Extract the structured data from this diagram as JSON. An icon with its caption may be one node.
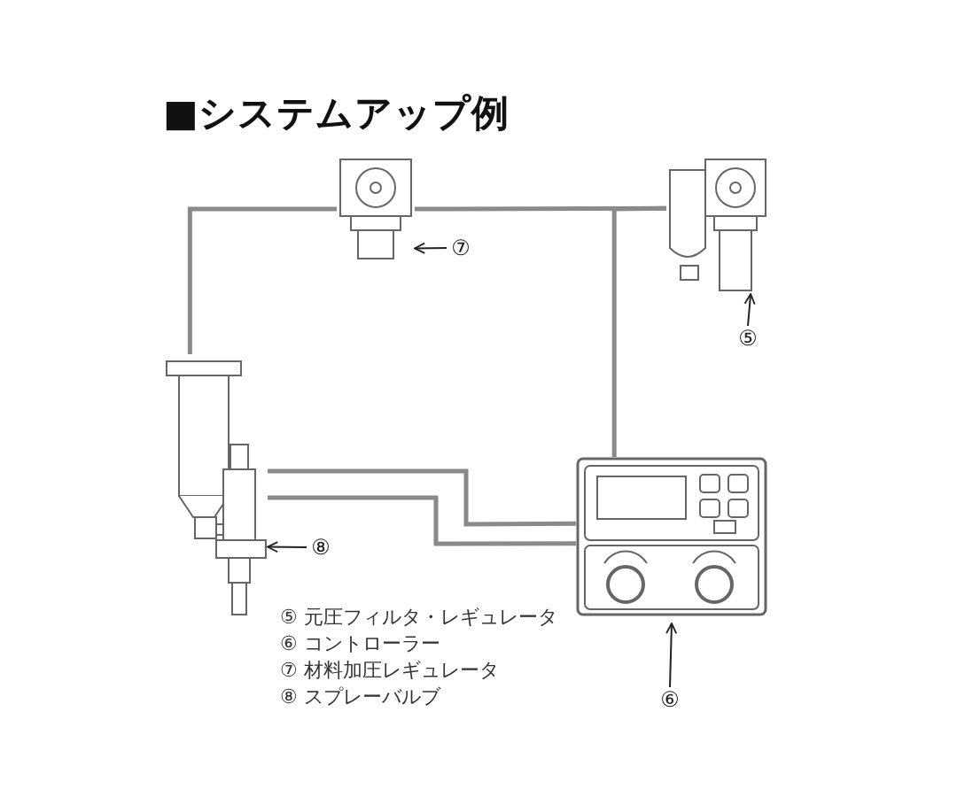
{
  "diagram": {
    "title": "■システムアップ例",
    "nodes": [
      {
        "text": [],
        "shape": "picture"
      },
      {
        "text": [],
        "shape": "picture"
      },
      {
        "text": [],
        "shape": "picture"
      },
      {
        "text": [],
        "shape": "picture"
      },
      {
        "text": [],
        "shape": "picture"
      },
      {
        "text": [
          "⑦"
        ]
      },
      {
        "text": [
          "⑤"
        ]
      },
      {
        "text": [
          "⑧"
        ]
      },
      {
        "text": [
          "⑥"
        ]
      }
    ],
    "edges": [
      {
        "from": 5,
        "to": 0,
        "arrow": "to",
        "color": "#222222"
      },
      {
        "from": 6,
        "to": 1,
        "arrow": "to",
        "color": "#222222"
      },
      {
        "from": 7,
        "to": 3,
        "arrow": "to",
        "color": "#222222"
      },
      {
        "from": 8,
        "to": 4,
        "arrow": "to",
        "color": "#222222"
      },
      {
        "from": 1,
        "to": 0,
        "arrow": "none"
      },
      {
        "from": 0,
        "to": 2,
        "arrow": "none"
      },
      {
        "from": 1,
        "to": 4,
        "arrow": "none"
      },
      {
        "from": 4,
        "to": 3,
        "arrow": "none"
      },
      {
        "from": 4,
        "to": 3,
        "arrow": "none"
      }
    ],
    "labels": [
      "⑤ 元圧フィルタ・レギュレータ",
      "⑥ コントローラー",
      "⑦ 材料加圧レギュレータ",
      "⑧ スプレーバルブ"
    ]
  }
}
